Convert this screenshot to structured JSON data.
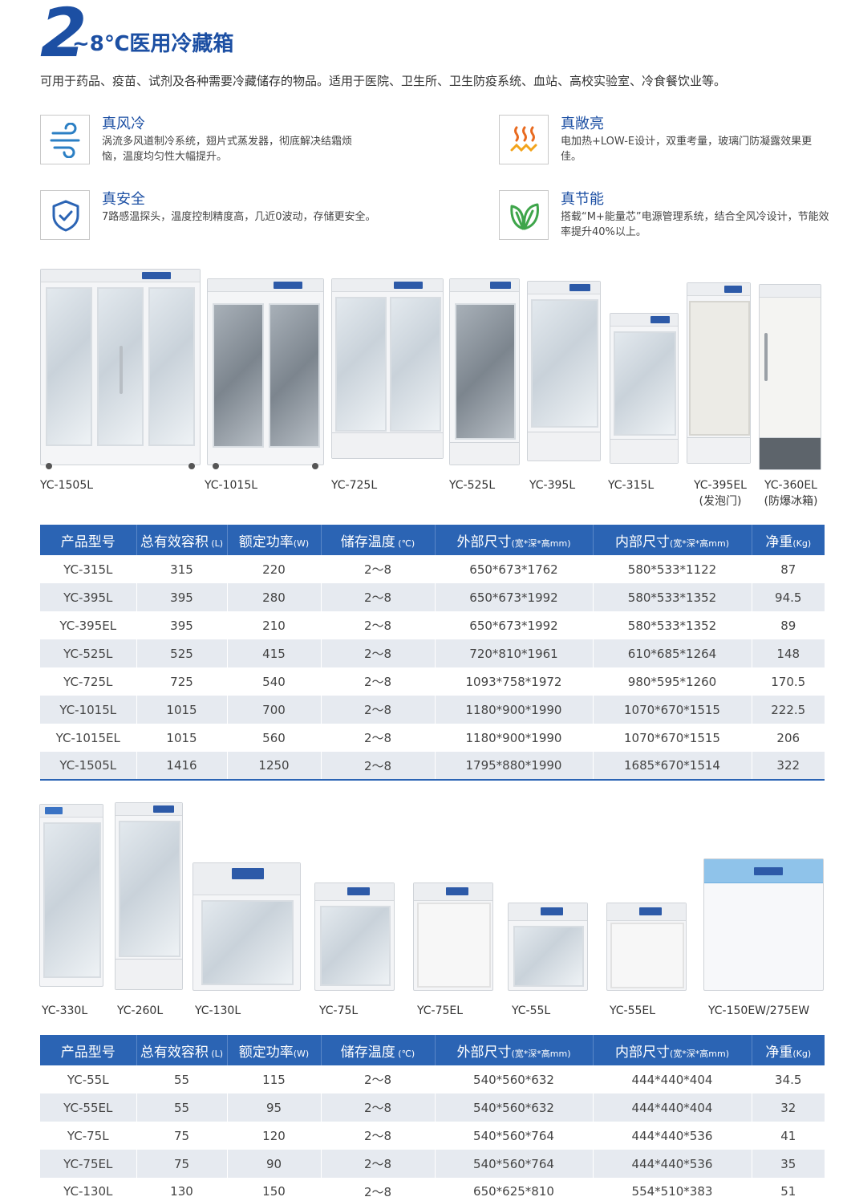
{
  "title": {
    "big": "2",
    "rest": "~8℃医用冷藏箱"
  },
  "intro": "可用于药品、疫苗、试剂及各种需要冷藏储存的物品。适用于医院、卫生所、卫生防疫系统、血站、高校实验室、冷食餐饮业等。",
  "features": [
    {
      "title": "真风冷",
      "desc": "涡流多风道制冷系统，翅片式蒸发器，彻底解决结霜烦恼，温度均匀性大幅提升。",
      "icon": "wind-icon"
    },
    {
      "title": "真敞亮",
      "desc": "电加热+LOW-E设计，双重考量，玻璃门防凝露效果更佳。",
      "icon": "heat-icon"
    },
    {
      "title": "真安全",
      "desc": "7路感温探头，温度控制精度高，几近0波动，存储更安全。",
      "icon": "shield-check-icon"
    },
    {
      "title": "真节能",
      "desc": "搭载“M+能量芯”电源管理系统，结合全风冷设计，节能效率提升40%以上。",
      "icon": "leaf-icon"
    }
  ],
  "colors": {
    "brand": "#1c4fa3",
    "table_header": "#2b64b4",
    "row_alt": "#e6eaf0"
  },
  "products_row1": [
    {
      "label": "YC-1505L"
    },
    {
      "label": "YC-1015L"
    },
    {
      "label": "YC-725L"
    },
    {
      "label": "YC-525L"
    },
    {
      "label": "YC-395L"
    },
    {
      "label": "YC-315L"
    },
    {
      "label": "YC-395EL",
      "sub": "(发泡门)"
    },
    {
      "label": "YC-360EL",
      "sub": "(防爆冰箱)"
    }
  ],
  "products_row2": [
    {
      "label": "YC-330L"
    },
    {
      "label": "YC-260L"
    },
    {
      "label": "YC-130L"
    },
    {
      "label": "YC-75L"
    },
    {
      "label": "YC-75EL"
    },
    {
      "label": "YC-55L"
    },
    {
      "label": "YC-55EL"
    },
    {
      "label": "YC-150EW/275EW"
    }
  ],
  "table_headers": [
    {
      "main": "产品型号",
      "unit": ""
    },
    {
      "main": "总有效容积",
      "unit": " (L)"
    },
    {
      "main": "额定功率",
      "unit": "(W)"
    },
    {
      "main": "储存温度",
      "unit": " (℃)"
    },
    {
      "main": "外部尺寸",
      "unit": "(宽*深*高mm)"
    },
    {
      "main": "内部尺寸",
      "unit": "(宽*深*高mm)"
    },
    {
      "main": "净重",
      "unit": "(Kg)"
    }
  ],
  "table1": [
    [
      "YC-315L",
      "315",
      "220",
      "2～8",
      "650*673*1762",
      "580*533*1122",
      "87"
    ],
    [
      "YC-395L",
      "395",
      "280",
      "2～8",
      "650*673*1992",
      "580*533*1352",
      "94.5"
    ],
    [
      "YC-395EL",
      "395",
      "210",
      "2～8",
      "650*673*1992",
      "580*533*1352",
      "89"
    ],
    [
      "YC-525L",
      "525",
      "415",
      "2～8",
      "720*810*1961",
      "610*685*1264",
      "148"
    ],
    [
      "YC-725L",
      "725",
      "540",
      "2～8",
      "1093*758*1972",
      "980*595*1260",
      "170.5"
    ],
    [
      "YC-1015L",
      "1015",
      "700",
      "2～8",
      "1180*900*1990",
      "1070*670*1515",
      "222.5"
    ],
    [
      "YC-1015EL",
      "1015",
      "560",
      "2～8",
      "1180*900*1990",
      "1070*670*1515",
      "206"
    ],
    [
      "YC-1505L",
      "1416",
      "1250",
      "2～8",
      "1795*880*1990",
      "1685*670*1514",
      "322"
    ]
  ],
  "table2": [
    [
      "YC-55L",
      "55",
      "115",
      "2～8",
      "540*560*632",
      "444*440*404",
      "34.5"
    ],
    [
      "YC-55EL",
      "55",
      "95",
      "2～8",
      "540*560*632",
      "444*440*404",
      "32"
    ],
    [
      "YC-75L",
      "75",
      "120",
      "2～8",
      "540*560*764",
      "444*440*536",
      "41"
    ],
    [
      "YC-75EL",
      "75",
      "90",
      "2～8",
      "540*560*764",
      "444*440*536",
      "35"
    ],
    [
      "YC-130L",
      "130",
      "150",
      "2～8",
      "650*625*810",
      "554*510*383",
      "51"
    ]
  ]
}
